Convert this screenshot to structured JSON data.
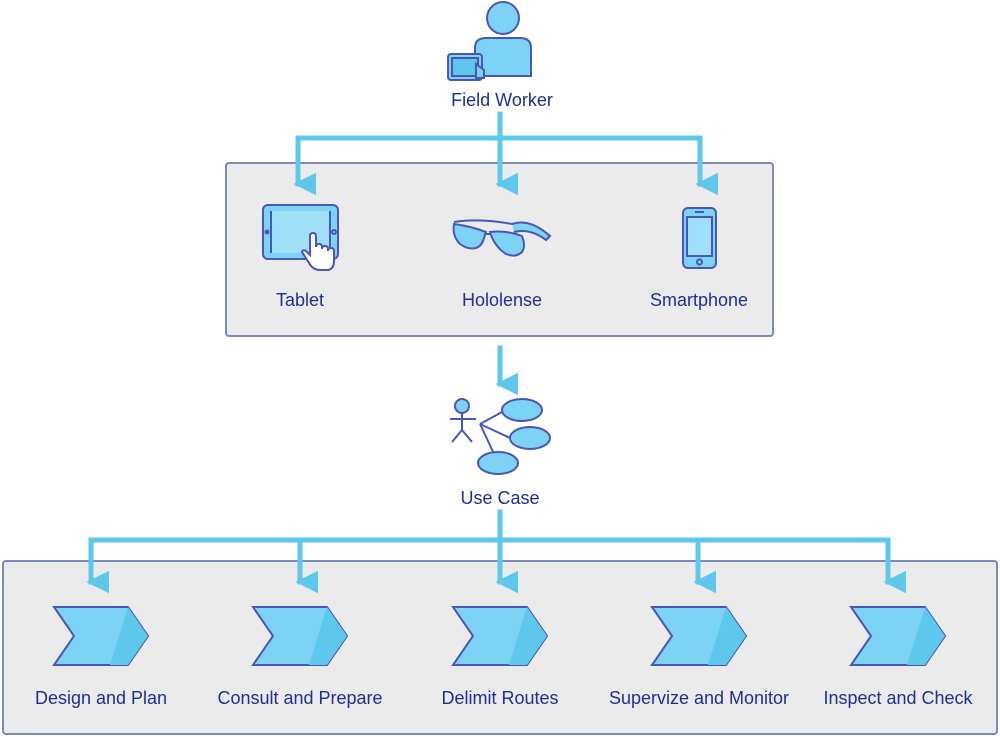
{
  "diagram": {
    "colors": {
      "connector": "#5ec8ec",
      "icon_fill": "#7dd3f5",
      "icon_stroke": "#4a56b8",
      "text": "#1f2f97",
      "panel_fill": "#ebebec",
      "panel_border": "#7f87c0"
    },
    "root": {
      "label": "Field Worker",
      "icon": "field-worker-icon"
    },
    "devices": [
      {
        "label": "Tablet",
        "icon": "tablet-icon"
      },
      {
        "label": "Hololense",
        "icon": "glasses-icon"
      },
      {
        "label": "Smartphone",
        "icon": "smartphone-icon"
      }
    ],
    "use_case": {
      "label": "Use Case",
      "icon": "use-case-icon"
    },
    "steps": [
      {
        "label": "Design and Plan",
        "icon": "chevron-step-icon"
      },
      {
        "label": "Consult and Prepare",
        "icon": "chevron-step-icon"
      },
      {
        "label": "Delimit Routes",
        "icon": "chevron-step-icon"
      },
      {
        "label": "Supervize and Monitor",
        "icon": "chevron-step-icon"
      },
      {
        "label": "Inspect and Check",
        "icon": "chevron-step-icon"
      }
    ]
  }
}
